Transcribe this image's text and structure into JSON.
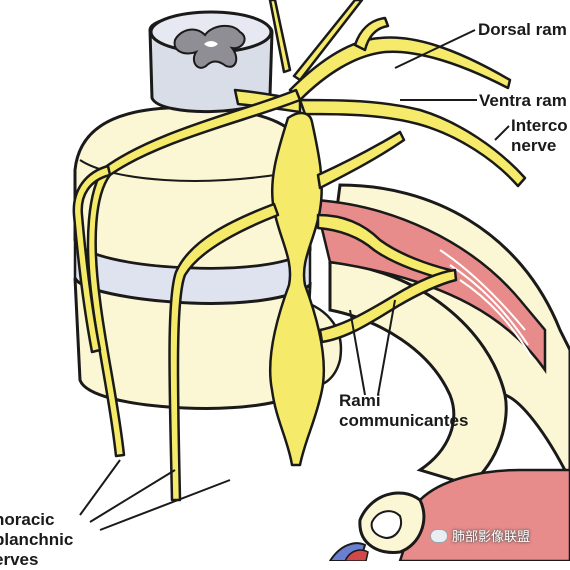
{
  "labels": {
    "dorsal": "Dorsal ram",
    "ventral": "Ventra ram",
    "intercostal_line1": "Interco",
    "intercostal_line2": "nerve",
    "rami_line1": "Rami",
    "rami_line2": "communicantes",
    "thoracic_line1": "horacic",
    "thoracic_line2": "planchnic",
    "thoracic_line3": "erves"
  },
  "watermark": {
    "text": "肺部影像联盟",
    "icon": "wechat-icon"
  },
  "colors": {
    "nerve": "#f6ea6a",
    "bone": "#fbf7d4",
    "cord": "#d9dde8",
    "grey_matter": "#8e8e94",
    "muscle": "#e88b8b",
    "outline": "#1a1a1a"
  }
}
